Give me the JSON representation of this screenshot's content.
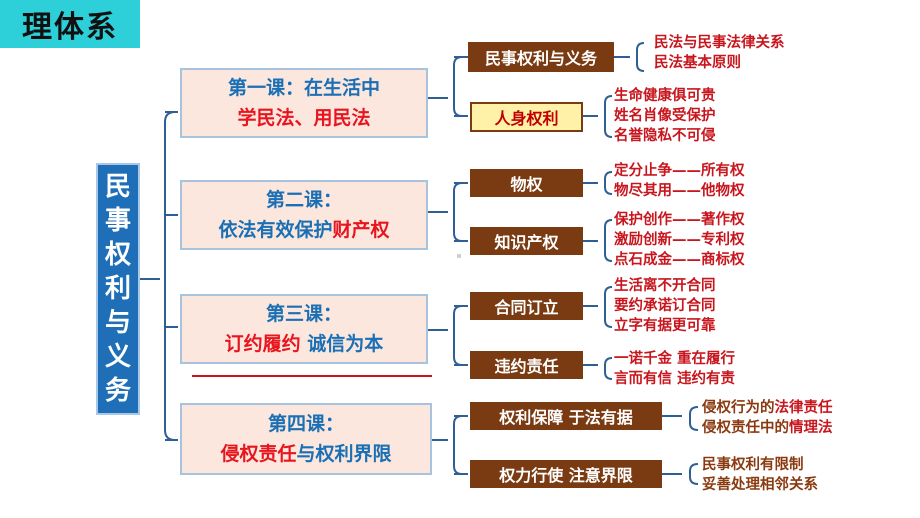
{
  "header": {
    "title": "理体系"
  },
  "root": {
    "chars": [
      "民",
      "事",
      "权",
      "利",
      "与",
      "义",
      "务"
    ]
  },
  "lessons": [
    {
      "line1": "第一课：在生活中",
      "line2": "学民法、用民法"
    },
    {
      "line1": "第二课：",
      "line2a": "依法有效保护",
      "line2b": "财产权"
    },
    {
      "line1": "第三课：",
      "line2a": "订约履约",
      "line2b": " 诚信为本"
    },
    {
      "line1": "第四课：",
      "line2a": "侵权责任",
      "line2b": "与权利界限"
    }
  ],
  "topics": {
    "t1": "民事权利与义务",
    "t2": "人身权利",
    "t3": "物权",
    "t4": "知识产权",
    "t5": "合同订立",
    "t6": "违约责任",
    "t7": "权利保障 于法有据",
    "t8": "权力行使 注意界限"
  },
  "leaves": {
    "t1": [
      "民法与民事法律关系",
      "民法基本原则"
    ],
    "t2": [
      "生命健康俱可贵",
      "姓名肖像受保护",
      "名誉隐私不可侵"
    ],
    "t3": [
      "定分止争——所有权",
      "物尽其用——他物权"
    ],
    "t4": [
      "保护创作——著作权",
      "激励创新——专利权",
      "点石成金——商标权"
    ],
    "t5": [
      "生活离不开合同",
      "要约承诺订合同",
      "立字有据更可靠"
    ],
    "t6": [
      "一诺千金 重在履行",
      "言而有信 违约有责"
    ],
    "t7a": "侵权行为的",
    "t7b": "法律责任",
    "t7c": "侵权责任中的",
    "t7d": "情理法",
    "t8": [
      "民事权利有限制",
      "妥善处理相邻关系"
    ]
  },
  "colors": {
    "blue": "#1a6fb5",
    "red": "#e8141e",
    "brown": "#7a3b12",
    "teal": "#2dd0d8"
  }
}
